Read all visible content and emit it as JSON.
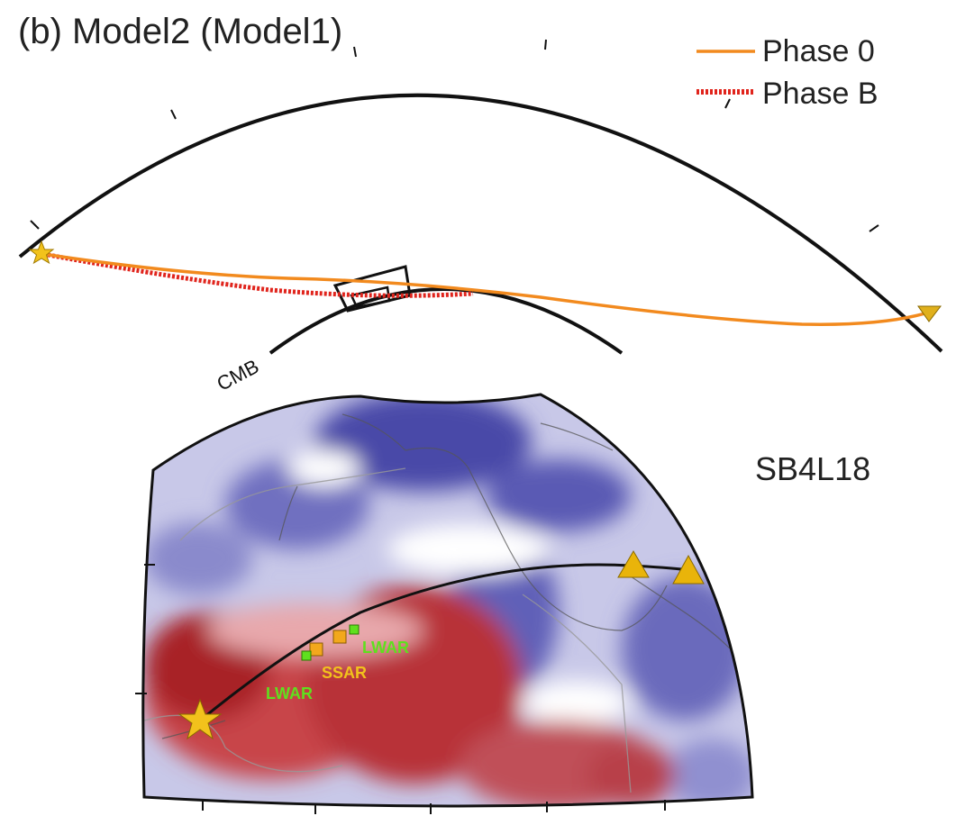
{
  "panel_title": "(b) Model2  (Model1)",
  "legend": {
    "items": [
      {
        "label": "Phase 0",
        "color": "#f28a1e",
        "style": "solid"
      },
      {
        "label": "Phase B",
        "color": "#e0241c",
        "style": "dotted"
      }
    ]
  },
  "cross_section": {
    "cmb_label": "CMB",
    "source_icon": "star-icon",
    "receiver_icon": "inverted-triangle-icon"
  },
  "map": {
    "model_label": "SB4L18",
    "station_icon": "triangle-icon",
    "source_icon": "star-icon",
    "regions": [
      {
        "label": "LWAR",
        "color": "#5fe01e"
      },
      {
        "label": "SSAR",
        "color": "#f2c21c"
      },
      {
        "label": "LWAR",
        "color": "#5fe01e"
      }
    ],
    "colors": {
      "fast": "#3a3a9a",
      "slow": "#b01e24",
      "neutral": "#ffffff"
    }
  }
}
